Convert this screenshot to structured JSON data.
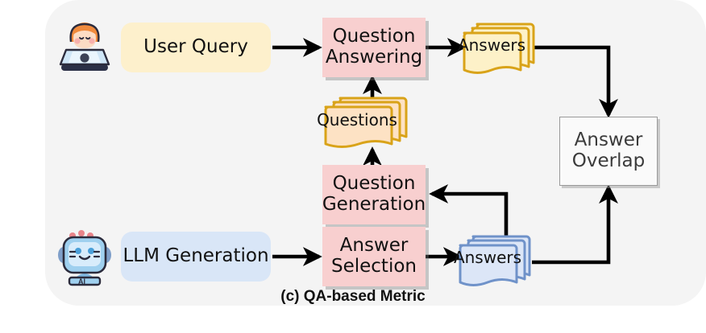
{
  "figure": {
    "caption": "(c) QA-based Metric",
    "panel_background": "#f4f4f4"
  },
  "palette": {
    "pink_box": "#f8cfcf",
    "cream_pill": "#fdf0cc",
    "blue_pill": "#d9e6f7",
    "yellow_doc_fill": "#fdf1c8",
    "yellow_doc_border": "#d9a319",
    "orange_doc_fill": "#fde2c4",
    "blue_doc_fill": "#dce6f7",
    "blue_doc_border": "#6f92c9",
    "arrow": "#000000",
    "overlap_border": "#9a9a9a"
  },
  "nodes": {
    "user_query": {
      "label": "User Query",
      "type": "input-pill"
    },
    "question_answering": {
      "line1": "Question",
      "line2": "Answering",
      "type": "process"
    },
    "answers_top": {
      "label": "Answers",
      "type": "document-stack"
    },
    "questions": {
      "label": "Questions",
      "type": "document-stack"
    },
    "question_generation": {
      "line1": "Question",
      "line2": "Generation",
      "type": "process"
    },
    "answer_selection": {
      "line1": "Answer",
      "line2": "Selection",
      "type": "process"
    },
    "llm_generation": {
      "label": "LLM Generation",
      "type": "input-pill"
    },
    "answers_bottom": {
      "label": "Answers",
      "type": "document-stack"
    },
    "answer_overlap": {
      "line1": "Answer",
      "line2": "Overlap",
      "type": "output-box"
    }
  },
  "icons": {
    "user": "user-laptop-icon",
    "llm": "robot-ai-icon",
    "robot_badge": "AI"
  },
  "edges": [
    {
      "from": "user_query",
      "to": "question_answering"
    },
    {
      "from": "question_answering",
      "to": "answers_top"
    },
    {
      "from": "questions",
      "to": "question_answering"
    },
    {
      "from": "question_generation",
      "to": "questions"
    },
    {
      "from": "answers_bottom",
      "to": "question_generation"
    },
    {
      "from": "llm_generation",
      "to": "answer_selection"
    },
    {
      "from": "answer_selection",
      "to": "answers_bottom"
    },
    {
      "from": "answers_top",
      "to": "answer_overlap"
    },
    {
      "from": "answers_bottom",
      "to": "answer_overlap"
    }
  ]
}
